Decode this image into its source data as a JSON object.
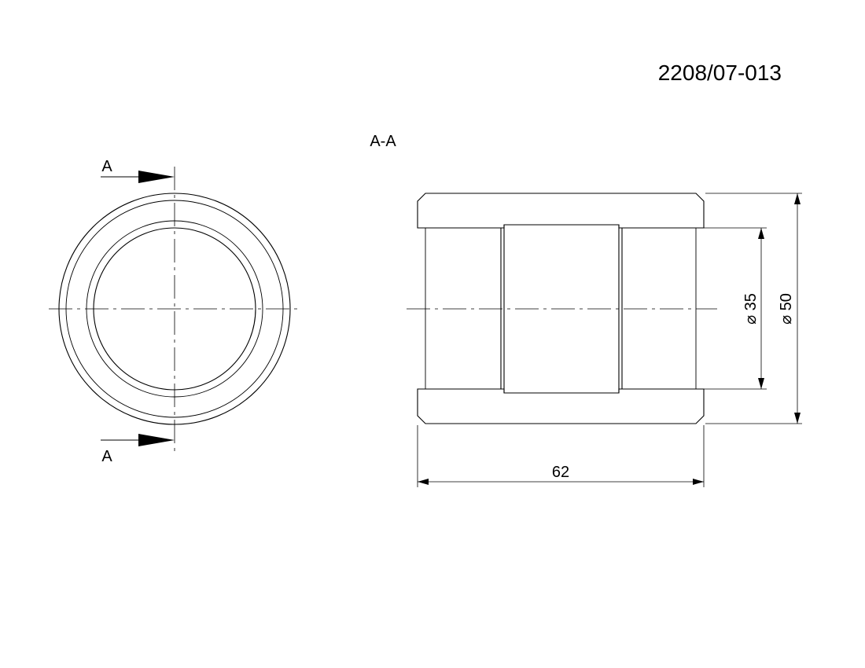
{
  "drawing_number": "2208/07-013",
  "section_label": "A-A",
  "cut_marker_top": "A",
  "cut_marker_bottom": "A",
  "dimensions": {
    "length": "62",
    "inner_diameter": "⌀ 35",
    "outer_diameter": "⌀ 50"
  },
  "colors": {
    "line": "#000000",
    "background": "#ffffff"
  }
}
